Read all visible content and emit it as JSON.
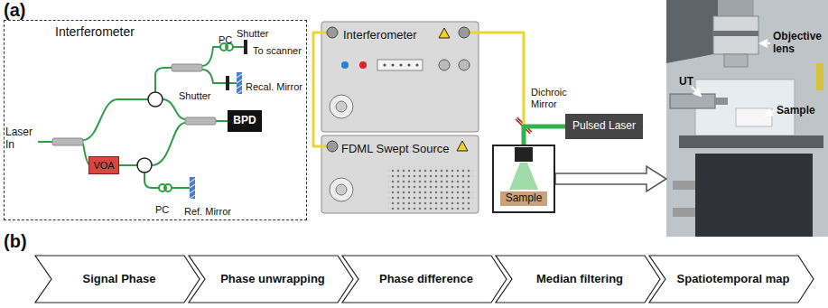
{
  "diagram": {
    "nodes": [
      {
        "text": [
          "Interferometer"
        ]
      },
      {
        "text": [
          "VOA"
        ],
        "in": 0
      },
      {
        "text": [
          "BPD"
        ],
        "in": 0
      },
      {
        "text": [
          "Interferometer"
        ]
      },
      {
        "text": [
          "FDML Swept Source"
        ]
      },
      {
        "text": [
          "Pulsed Laser"
        ]
      },
      {
        "text": [
          "Sample"
        ]
      },
      {
        "text": [
          "UT",
          "Objective lens",
          "Sample"
        ]
      },
      {
        "text": [
          "Signal Phase"
        ]
      },
      {
        "text": [
          "Phase unwrapping"
        ]
      },
      {
        "text": [
          "Phase difference"
        ]
      },
      {
        "text": [
          "Median filtering"
        ]
      },
      {
        "text": [
          "Spatiotemporal map"
        ]
      }
    ],
    "edges": [
      {
        "from": 4,
        "to": 3,
        "arrow": "none"
      },
      {
        "from": 3,
        "to": 6,
        "arrow": "none"
      },
      {
        "from": 5,
        "to": 6,
        "arrow": "none"
      },
      {
        "from": 6,
        "to": 7,
        "arrow": "to"
      }
    ],
    "labels": [
      "(a)",
      "Laser In",
      "Shutter",
      "PC",
      "To scanner",
      "Shutter",
      "Recal. Mirror",
      "PC",
      "Ref. Mirror",
      "Dichroic Mirror",
      "(b)"
    ]
  }
}
